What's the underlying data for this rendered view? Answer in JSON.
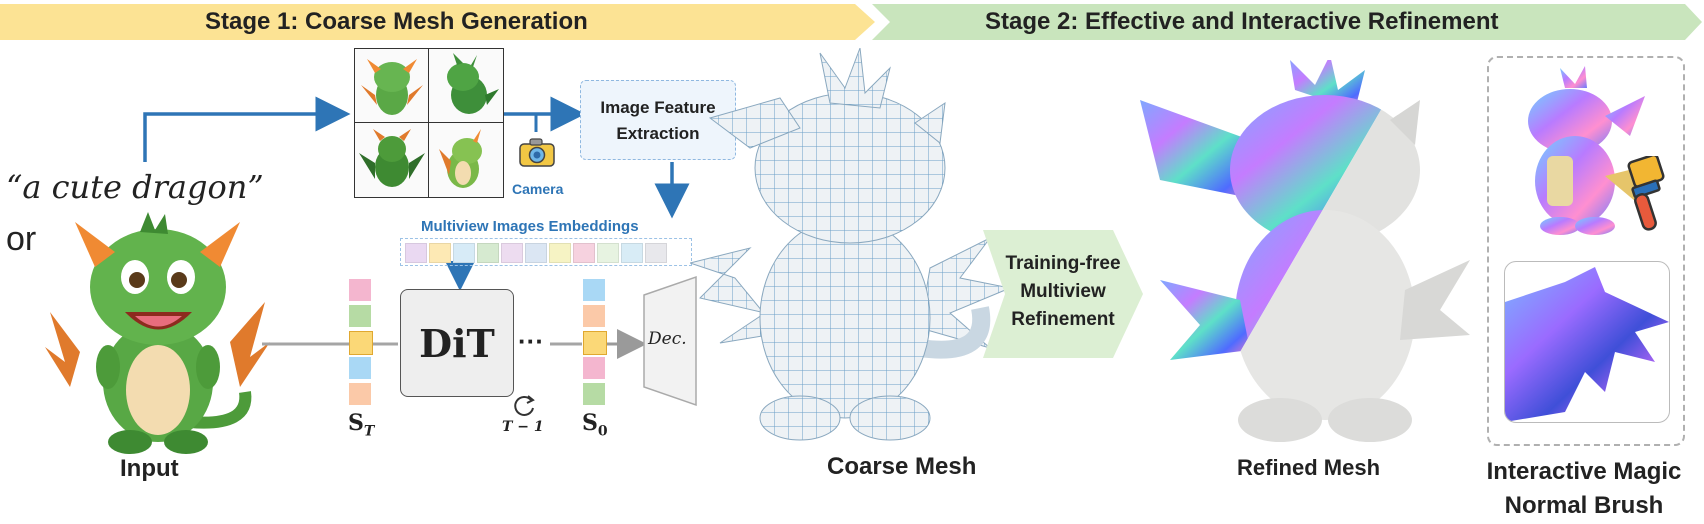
{
  "stage1": {
    "title": "Stage 1: Coarse Mesh Generation",
    "color": "#fce394"
  },
  "stage2": {
    "title": "Stage 2: Effective and Interactive Refinement",
    "color": "#c9e5bd"
  },
  "input": {
    "prompt_text": "“a cute dragon”",
    "or_text": "or",
    "label": "Input"
  },
  "camera": {
    "label": "Camera"
  },
  "feature_extraction": {
    "line1": "Image Feature",
    "line2": "Extraction"
  },
  "embeddings": {
    "label": "Multiview Images Embeddings"
  },
  "dit": {
    "label": "DiT",
    "ellipsis": "···",
    "iter_label": "T − 1"
  },
  "states": {
    "s_t": "S",
    "s_t_sub": "T",
    "s_0": "S",
    "s_0_sub": "0"
  },
  "decoder": {
    "label": "Dec."
  },
  "coarse_mesh": {
    "label": "Coarse Mesh"
  },
  "refinement": {
    "line1": "Training-free",
    "line2": "Multiview",
    "line3": "Refinement"
  },
  "refined_mesh": {
    "label": "Refined Mesh"
  },
  "magic_brush": {
    "line1": "Interactive Magic",
    "line2": "Normal Brush"
  },
  "colors": {
    "arrow": "#2e75b6",
    "token_pink": "#f4b6cf",
    "token_green": "#b6dba4",
    "token_yellow": "#fbd877",
    "token_blue": "#a9d8f5",
    "token_peach": "#fbc9a8"
  }
}
